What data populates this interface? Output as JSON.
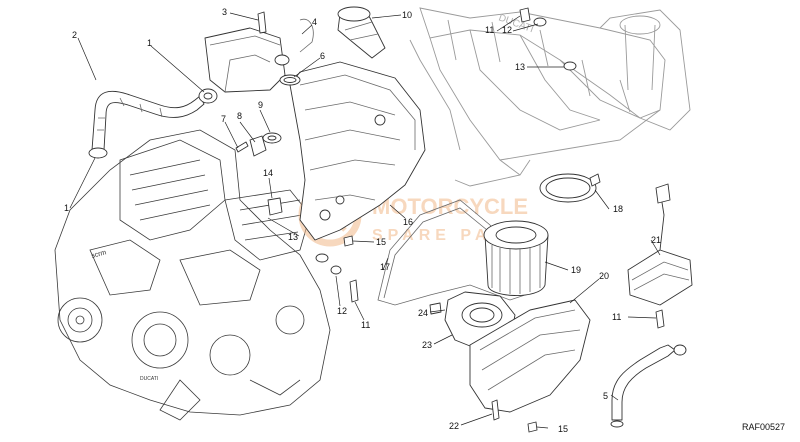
{
  "diagram": {
    "reference_code": "RAF00527",
    "watermark": {
      "line1": "MOTORCYCLE",
      "line2": "SPARE PARTS",
      "color": "#f2b98a"
    },
    "callouts": [
      "1",
      "2",
      "3",
      "4",
      "5",
      "6",
      "7",
      "8",
      "9",
      "10",
      "11",
      "12",
      "13",
      "14",
      "15",
      "16",
      "17",
      "18",
      "19",
      "20",
      "21",
      "22",
      "23",
      "24"
    ]
  }
}
